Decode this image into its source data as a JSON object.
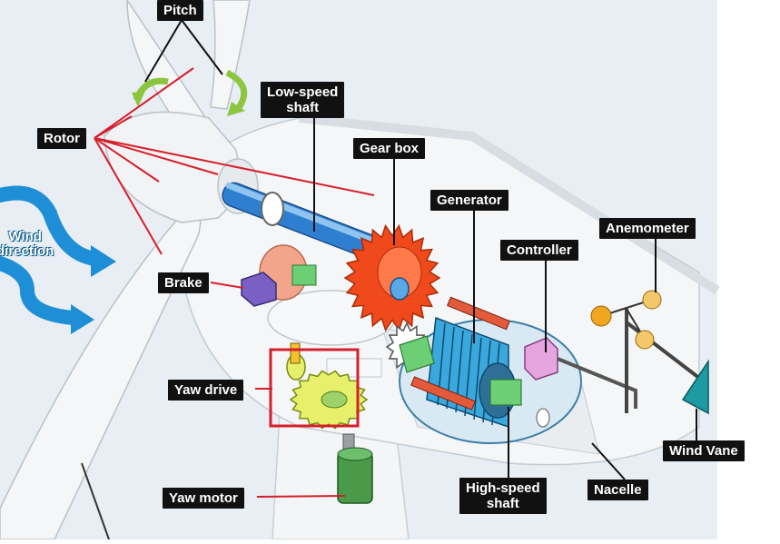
{
  "labels": {
    "pitch": "Pitch",
    "rotor": "Rotor",
    "low_speed_shaft_1": "Low-speed",
    "low_speed_shaft_2": "shaft",
    "gear_box": "Gear box",
    "generator": "Generator",
    "anemometer": "Anemometer",
    "controller": "Controller",
    "wind_direction_1": "Wind",
    "wind_direction_2": "direction",
    "brake": "Brake",
    "yaw_drive": "Yaw drive",
    "wind_vane": "Wind Vane",
    "nacelle": "Nacelle",
    "high_speed_shaft_1": "High-speed",
    "high_speed_shaft_2": "shaft",
    "yaw_motor": "Yaw motor"
  },
  "colors": {
    "background": "#e8eef3",
    "label_bg": "#111111",
    "leader_red": "#d61f2c",
    "shaft_blue": "#2f7fd1",
    "gear_orange": "#f04a1c",
    "generator_blue": "#3aa8dc",
    "wind_arrow": "#1e8fd6",
    "yaw_gear": "#e6f06a",
    "motor_green": "#4a9a4a",
    "controller_pink": "#e5a6e0",
    "vane_teal": "#1d9aa2",
    "anemometer_orange": "#f2a51f"
  }
}
